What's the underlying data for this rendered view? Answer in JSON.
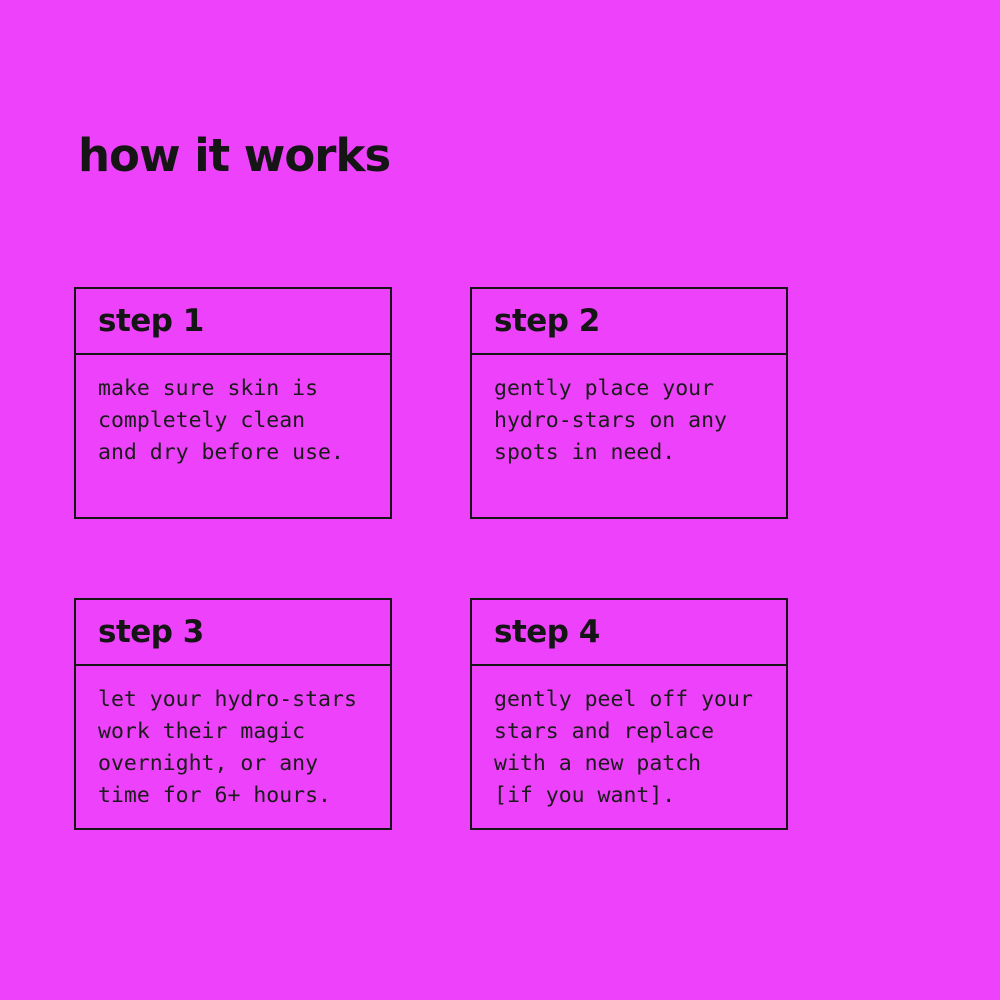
{
  "page": {
    "title": "how it works",
    "background_color": "#ee41fb",
    "text_color": "#151515",
    "border_color": "#151515"
  },
  "steps": [
    {
      "label": "step 1",
      "body_lines": [
        "make sure skin is",
        "completely clean",
        "and dry before use."
      ]
    },
    {
      "label": "step 2",
      "body_lines": [
        "gently place your",
        "hydro-stars on any",
        "spots in need."
      ]
    },
    {
      "label": "step 3",
      "body_lines": [
        "let your hydro-stars",
        "work their magic",
        "overnight, or any",
        "time for 6+ hours."
      ]
    },
    {
      "label": "step 4",
      "body_lines": [
        "gently peel off your",
        "stars and replace",
        "with a new patch",
        "[if you want]."
      ]
    }
  ]
}
